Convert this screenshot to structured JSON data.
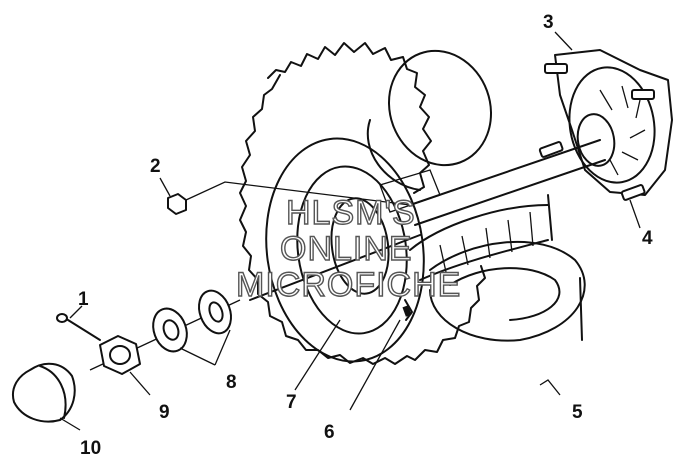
{
  "callouts": [
    {
      "id": "c1",
      "label": "1"
    },
    {
      "id": "c2",
      "label": "2"
    },
    {
      "id": "c3",
      "label": "3"
    },
    {
      "id": "c4",
      "label": "4"
    },
    {
      "id": "c5",
      "label": "5"
    },
    {
      "id": "c6",
      "label": "6"
    },
    {
      "id": "c7",
      "label": "7"
    },
    {
      "id": "c8",
      "label": "8"
    },
    {
      "id": "c9",
      "label": "9"
    },
    {
      "id": "c10",
      "label": "10"
    }
  ],
  "watermark": {
    "line1": "HLSM'S",
    "line2": "ONLINE",
    "line3": "MICROFICHE"
  }
}
